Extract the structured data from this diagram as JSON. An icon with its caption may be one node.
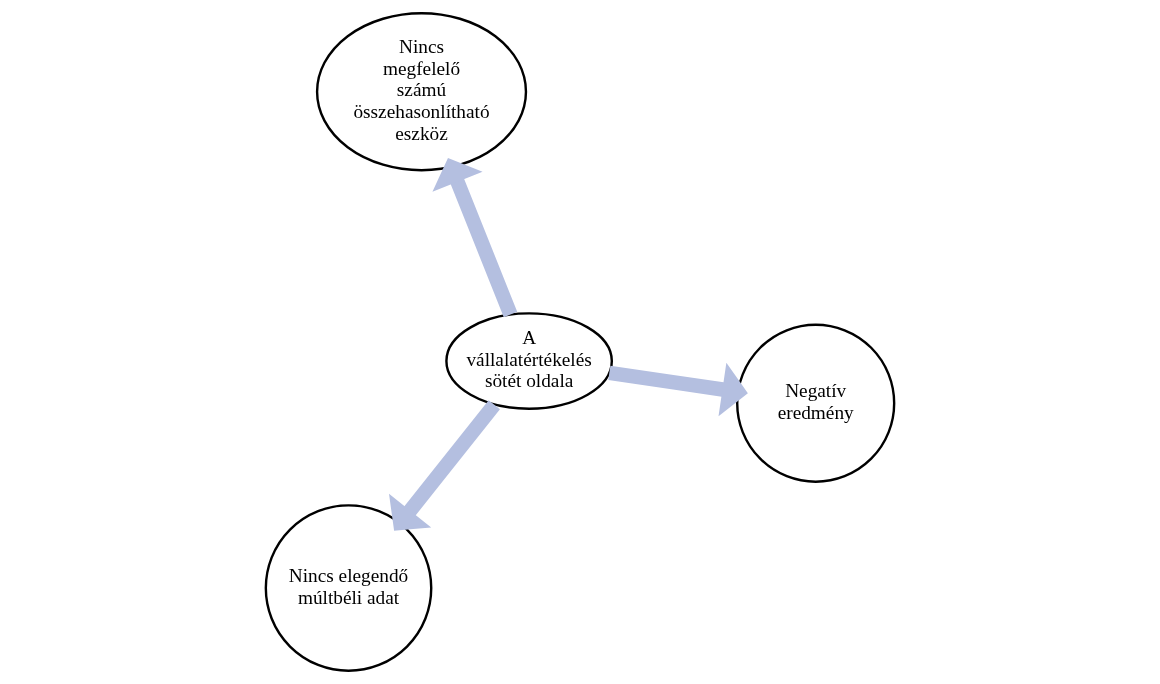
{
  "diagram": {
    "nodes": [
      {
        "text": [
          "A vállalatértékelés sötét oldala"
        ]
      },
      {
        "text": [
          "Negatív eredmény"
        ]
      },
      {
        "text": [
          "Nincs elegendő múltbéli adat"
        ]
      },
      {
        "text": [
          "Nincs megfelelő számú összehasonlítható eszköz"
        ]
      }
    ],
    "edges": [
      {
        "from": 0,
        "to": 1,
        "arrow": "to",
        "color": "#b4bfe0"
      },
      {
        "from": 0,
        "to": 2,
        "arrow": "to",
        "color": "#b4bfe0"
      },
      {
        "from": 0,
        "to": 3,
        "arrow": "to",
        "color": "#b4bfe0"
      }
    ]
  }
}
